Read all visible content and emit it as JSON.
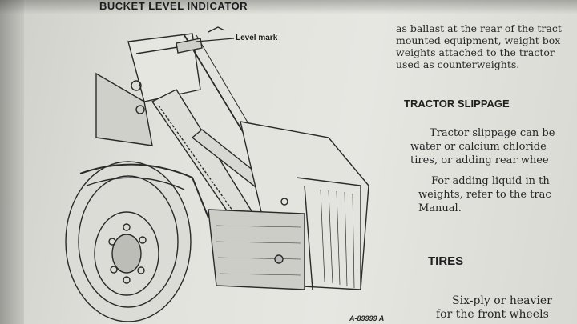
{
  "heading": "BUCKET LEVEL INDICATOR",
  "figure": {
    "callout": "Level mark",
    "figure_id": "A-89999 A"
  },
  "column_top": {
    "lines": [
      "as ballast at the rear of the tract",
      "mounted equipment, weight box",
      "weights attached to the tractor",
      "used as counterweights."
    ]
  },
  "tractor_slippage": {
    "heading": "TRACTOR SLIPPAGE",
    "para1": [
      "Tractor slippage can be",
      "water or calcium chloride",
      "tires, or adding rear whee"
    ],
    "para2": [
      "For adding liquid in th",
      "weights, refer to the trac",
      "Manual."
    ]
  },
  "tires": {
    "heading": "TIRES",
    "para1": [
      "Six-ply or heavier",
      "for the front wheels"
    ]
  }
}
